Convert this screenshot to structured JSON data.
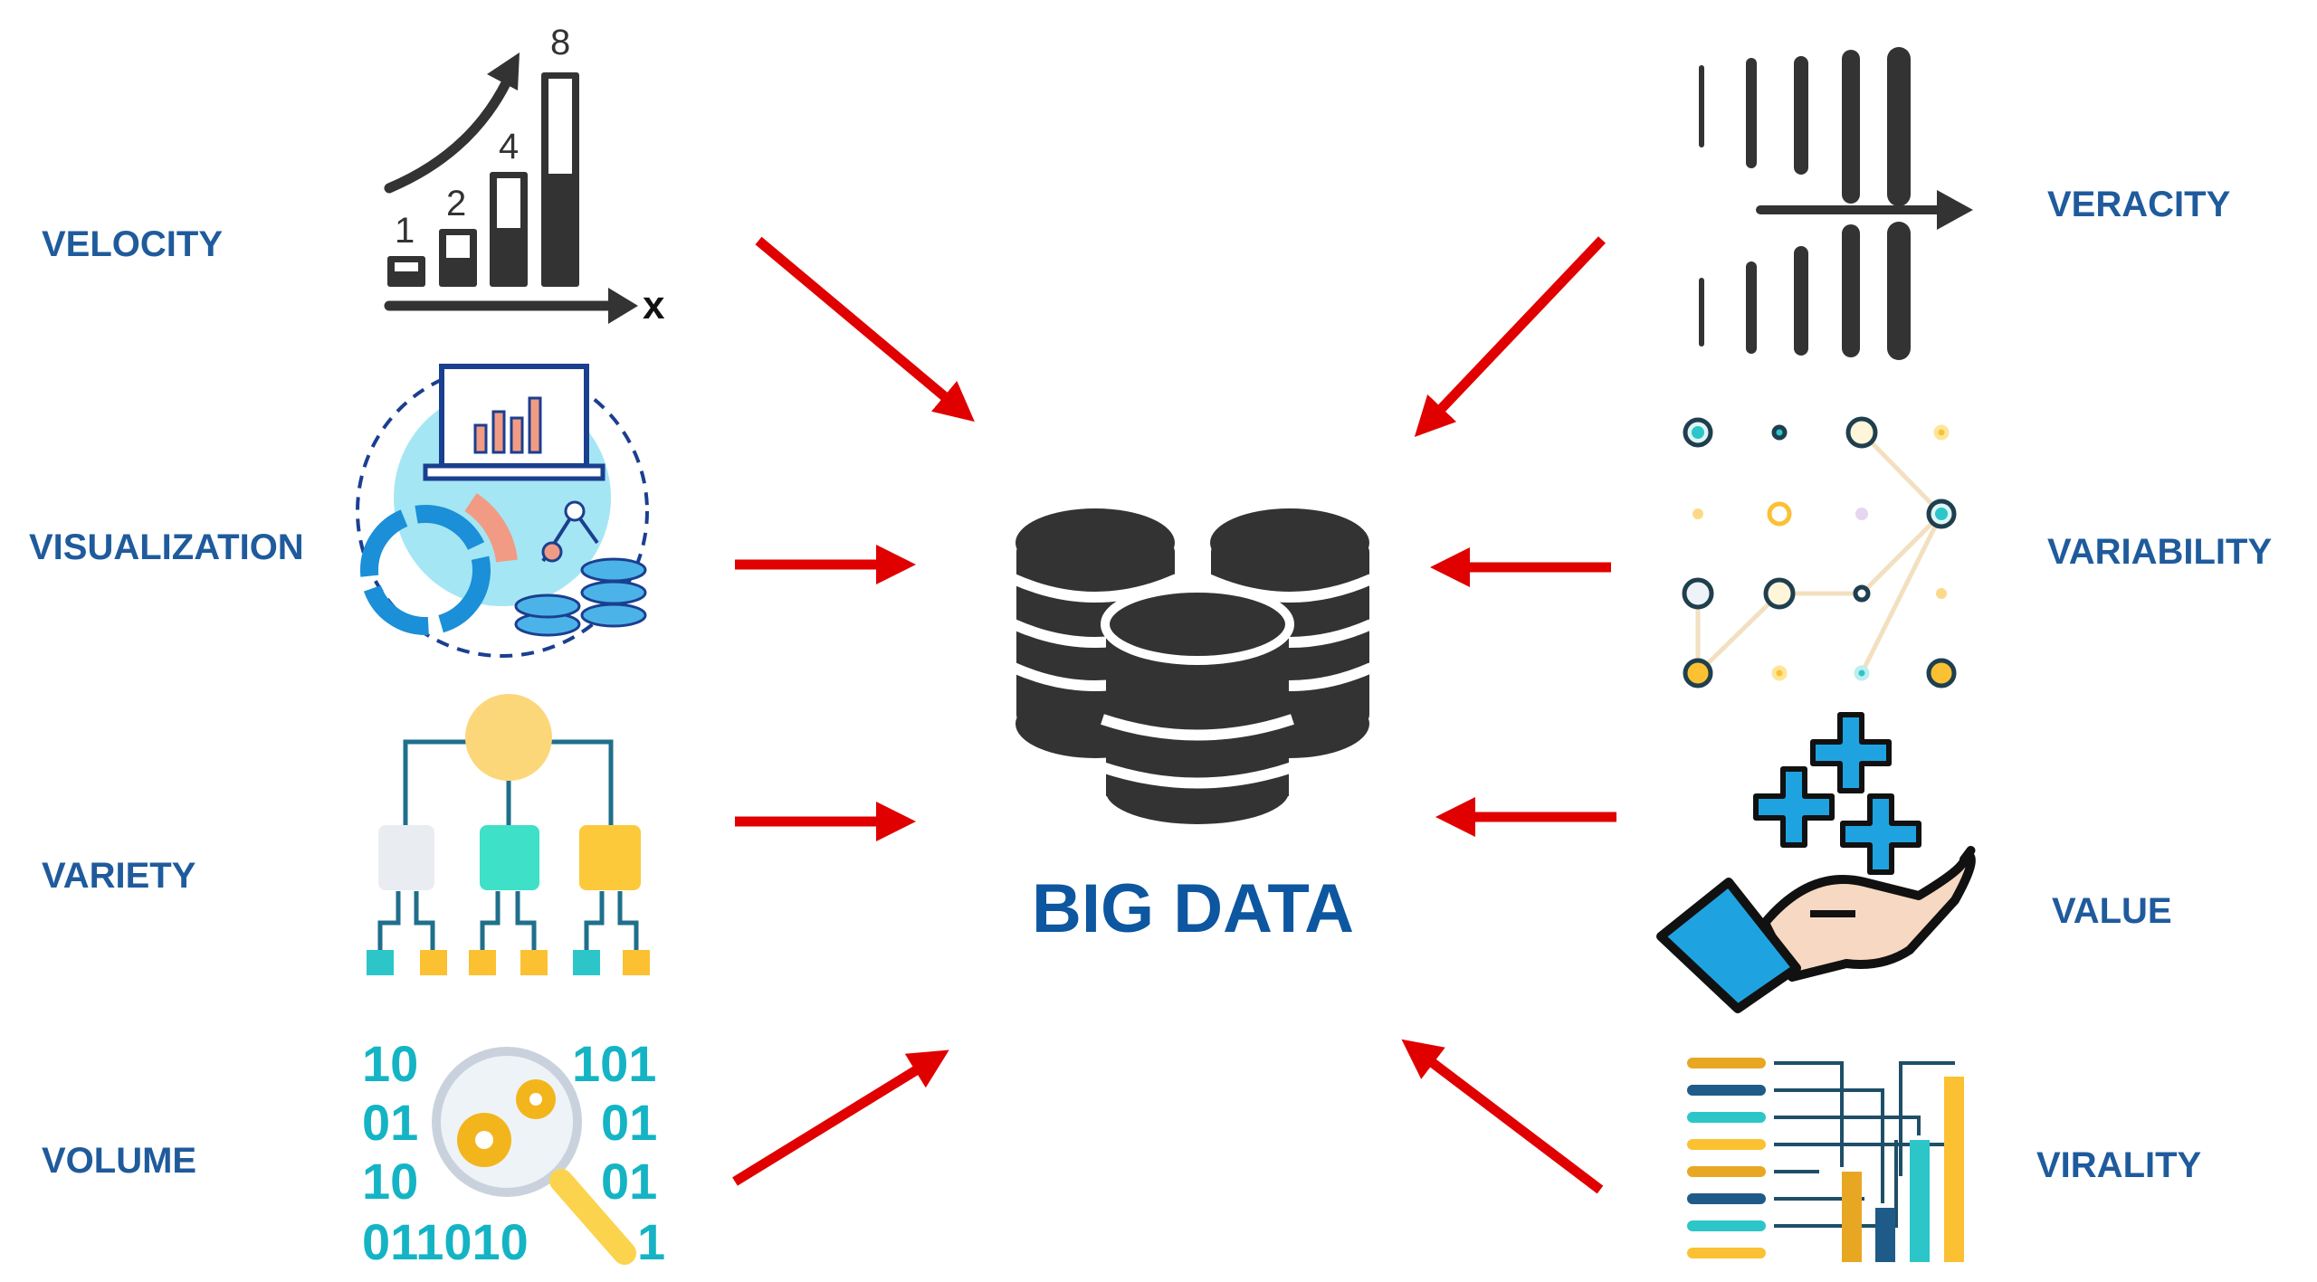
{
  "center": {
    "title": "BIG DATA"
  },
  "left": [
    {
      "label": "VELOCITY",
      "icon": "exponential-bar-chart-icon"
    },
    {
      "label": "VISUALIZATION",
      "icon": "dashboard-laptop-icon"
    },
    {
      "label": "VARIETY",
      "icon": "hierarchy-tree-icon"
    },
    {
      "label": "VOLUME",
      "icon": "binary-magnifier-gears-icon"
    }
  ],
  "right": [
    {
      "label": "VERACITY",
      "icon": "filter-lines-arrow-icon"
    },
    {
      "label": "VARIABILITY",
      "icon": "node-network-icon"
    },
    {
      "label": "VALUE",
      "icon": "hand-with-plus-icon"
    },
    {
      "label": "VIRALITY",
      "icon": "spreading-bars-icon"
    }
  ],
  "velocity_icon": {
    "values": [
      "1",
      "2",
      "4",
      "8"
    ],
    "axis": "x"
  },
  "volume_icon": {
    "rows": [
      "10",
      "01",
      "10",
      "011010",
      "101",
      "01",
      "01",
      "1"
    ]
  },
  "colors": {
    "label": "#1f5b9c",
    "arrow": "#e00000",
    "icon": "#333333"
  }
}
